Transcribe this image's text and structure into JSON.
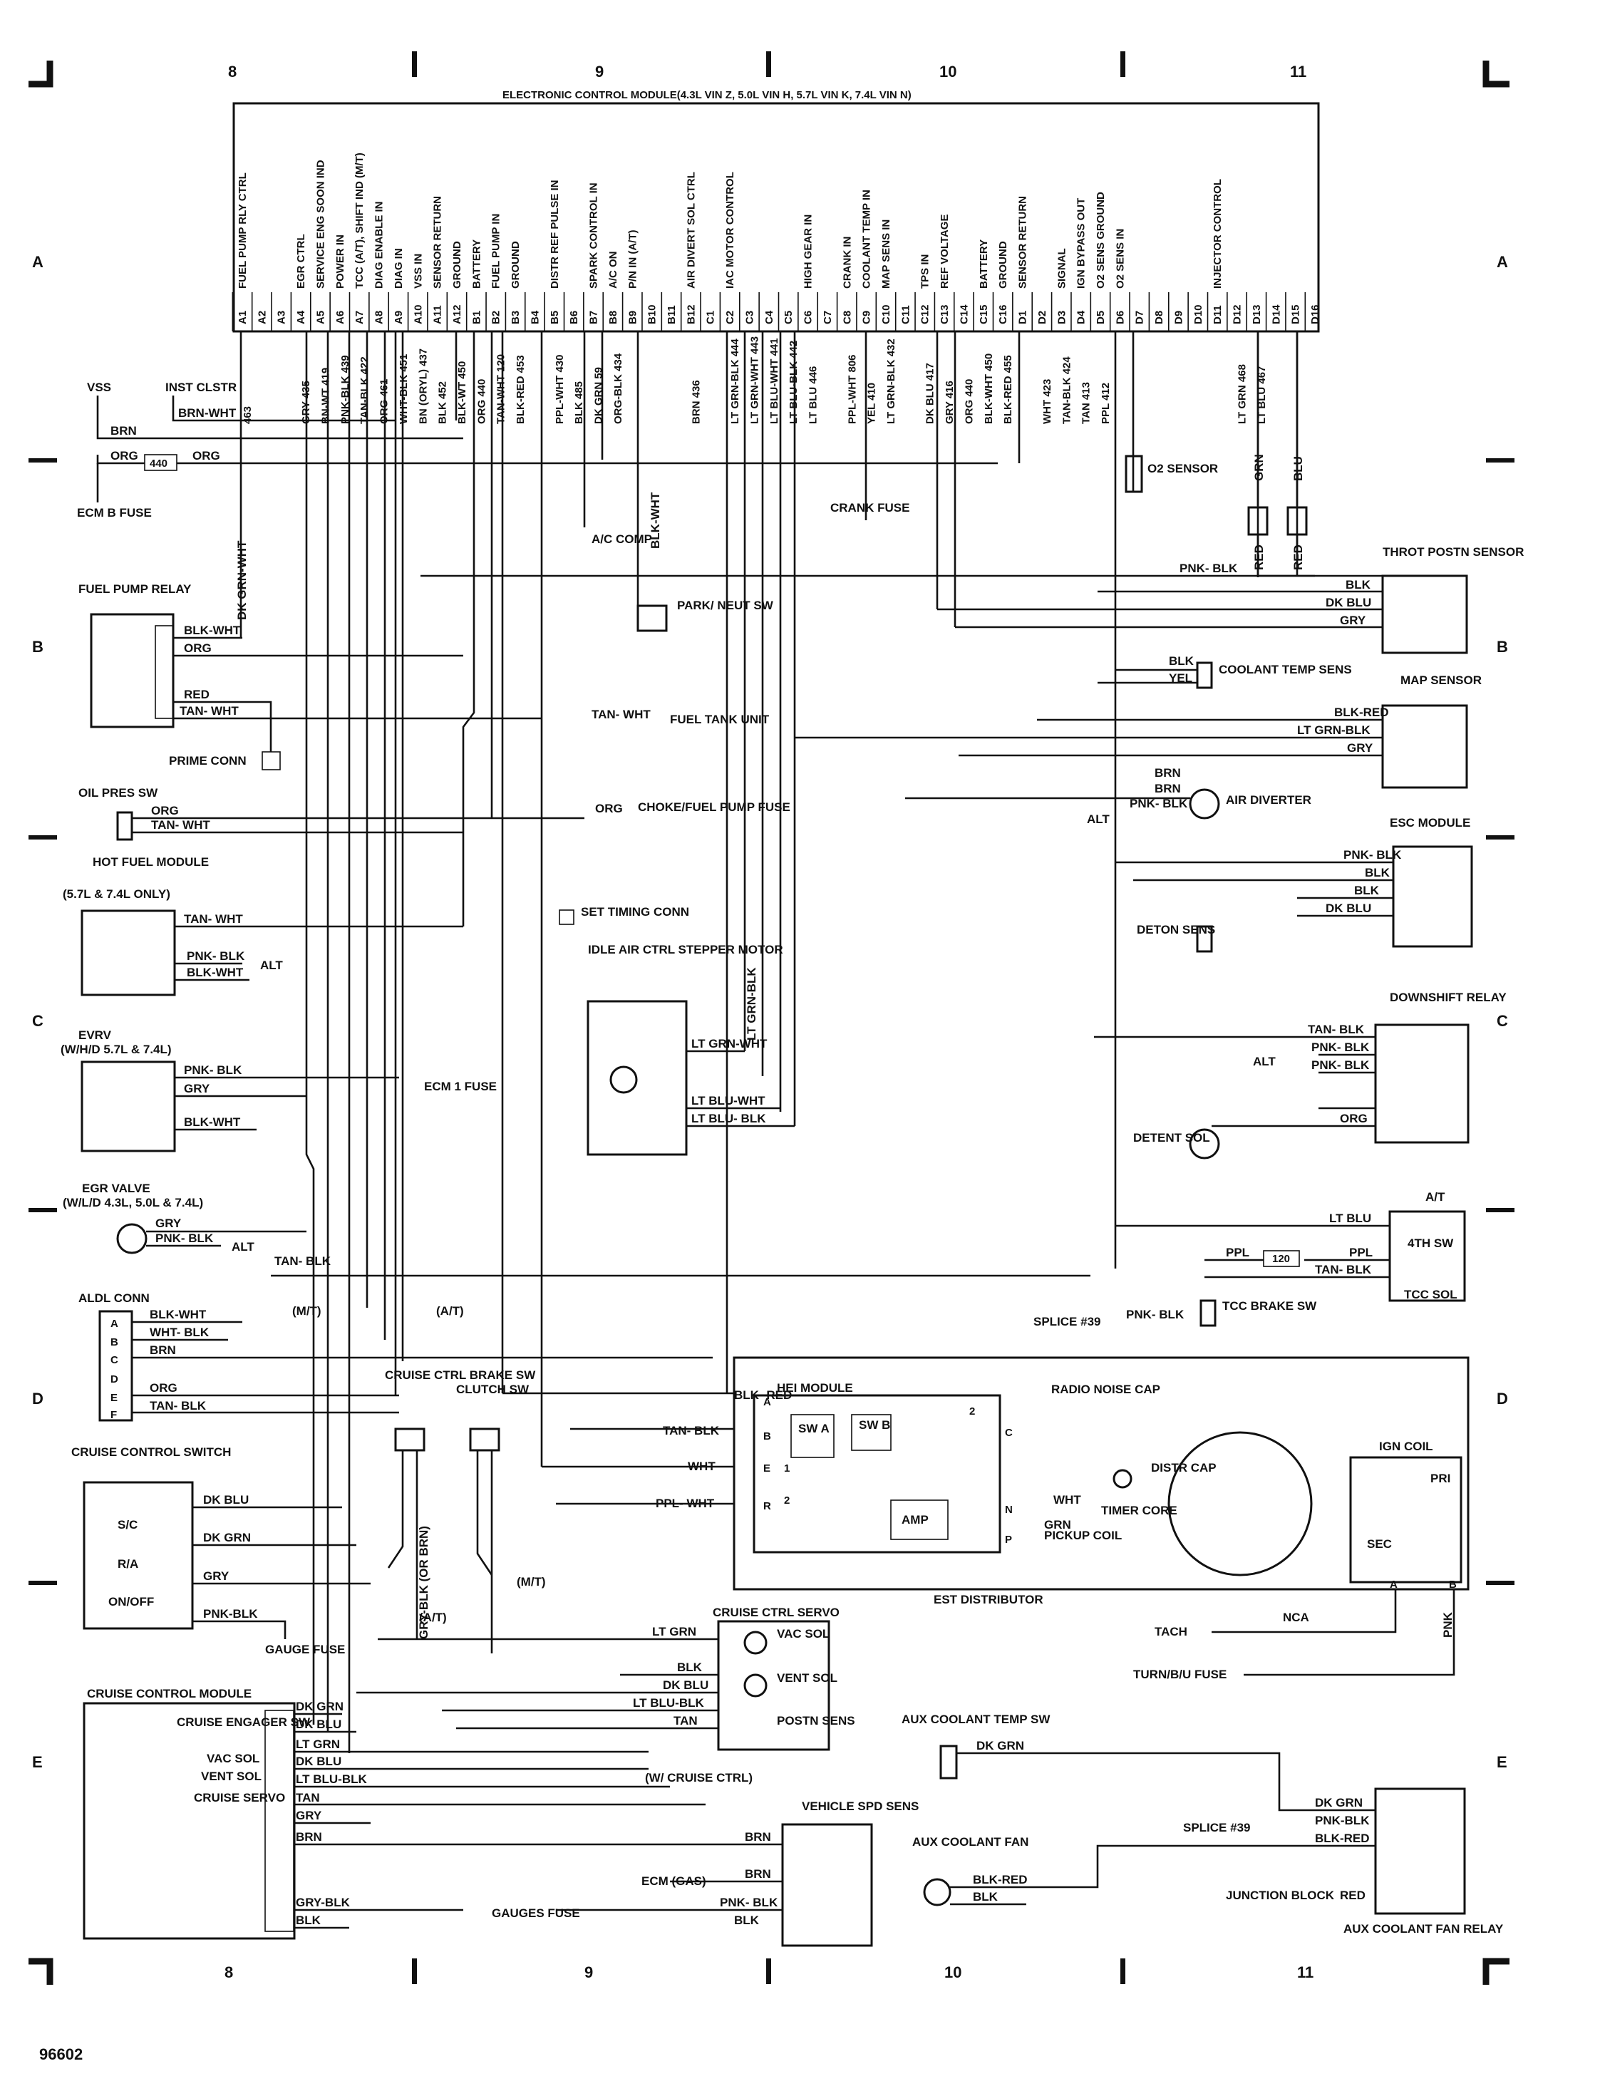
{
  "grid": {
    "columns_top": [
      "8",
      "9",
      "10",
      "11"
    ],
    "columns_bottom": [
      "8",
      "9",
      "10",
      "11"
    ],
    "rows_left": [
      "A",
      "B",
      "C",
      "D",
      "E"
    ],
    "rows_right": [
      "A",
      "B",
      "C",
      "D",
      "E"
    ]
  },
  "figure_id": "96602",
  "ecm": {
    "title": "ELECTRONIC CONTROL MODULE(4.3L VIN Z, 5.0L VIN H, 5.7L VIN K, 7.4L VIN N)",
    "functions": [
      "FUEL PUMP RLY CTRL",
      "",
      "",
      "EGR CTRL",
      "SERVICE ENG SOON IND",
      "POWER IN",
      "TCC (A/T), SHIFT IND (M/T)",
      "DIAG ENABLE IN",
      "DIAG IN",
      "VSS IN",
      "SENSOR RETURN",
      "GROUND",
      "BATTERY",
      "FUEL PUMP IN",
      "GROUND",
      "",
      "DISTR REF PULSE IN",
      "",
      "SPARK CONTROL IN",
      "A/C ON",
      "P/N IN (A/T)",
      "",
      "",
      "AIR DIVERT SOL CTRL",
      "",
      "IAC MOTOR CONTROL",
      "",
      "",
      "",
      "HIGH GEAR IN",
      "",
      "CRANK IN",
      "COOLANT TEMP IN",
      "MAP SENS IN",
      "",
      "TPS IN",
      "REF VOLTAGE",
      "",
      "BATTERY",
      "GROUND",
      "SENSOR RETURN",
      "",
      "SIGNAL",
      "IGN BYPASS OUT",
      "O2 SENS GROUND",
      "O2 SENS IN",
      "",
      "",
      "",
      "",
      "INJECTOR CONTROL",
      "",
      ""
    ],
    "pins": [
      "A1",
      "A2",
      "A3",
      "A4",
      "A5",
      "A6",
      "A7",
      "A8",
      "A9",
      "A10",
      "A11",
      "A12",
      "B1",
      "B2",
      "B3",
      "B4",
      "B5",
      "B6",
      "B7",
      "B8",
      "B9",
      "B10",
      "B11",
      "B12",
      "C1",
      "C2",
      "C3",
      "C4",
      "C5",
      "C6",
      "C7",
      "C8",
      "C9",
      "C10",
      "C11",
      "C12",
      "C13",
      "C14",
      "C15",
      "C16",
      "D1",
      "D2",
      "D3",
      "D4",
      "D5",
      "D6",
      "D7",
      "D8",
      "D9",
      "D10",
      "D11",
      "D12",
      "D13",
      "D14",
      "D15",
      "D16"
    ],
    "wires": [
      "463",
      "",
      "",
      "GRY 435",
      "BN-WT 419",
      "PNK-BLK 439",
      "TAN-BLK 422",
      "ORG 461",
      "WHT-BLK 451",
      "BN (ORYL) 437",
      "BLK 452",
      "BLK-WT 450",
      "ORG 440",
      "TAN-WHT 120",
      "BLK-RED 453",
      "",
      "PPL-WHT 430",
      "BLK 485",
      "DK GRN 59",
      "ORG-BLK 434",
      "",
      "",
      "",
      "BRN 436",
      "",
      "LT GRN-BLK 444",
      "LT GRN-WHT 443",
      "LT BLU-WHT 441",
      "LT BLU-BLK 442",
      "LT BLU 446",
      "",
      "PPL-WHT 806",
      "YEL 410",
      "LT GRN-BLK 432",
      "",
      "DK BLU 417",
      "GRY 416",
      "ORG 440",
      "BLK-WHT 450",
      "BLK-RED 455",
      "",
      "WHT 423",
      "TAN-BLK 424",
      "TAN 413",
      "PPL 412",
      "",
      "",
      "",
      "",
      "",
      "",
      "LT GRN 468",
      "LT BLU 467",
      ""
    ],
    "iac_group": "IAC MOTOR CONTROL",
    "inj_group": "INJECTOR CONTROL"
  },
  "labels": {
    "vss": "VSS",
    "inst_clstr": "INST CLSTR",
    "brn_wht": "BRN-WHT",
    "brn": "BRN",
    "org": "ORG",
    "fuse440": "440",
    "ecm_b_fuse": "ECM B FUSE",
    "dk_grn_wht": "DK GRN-WHT",
    "fuel_pump_relay": "FUEL PUMP RELAY",
    "blk_wht": "BLK-WHT",
    "red": "RED",
    "tan_wht": "TAN- WHT",
    "prime_conn": "PRIME CONN",
    "oil_pres_sw": "OIL PRES SW",
    "hot_fuel_module": "HOT FUEL MODULE",
    "hot_fuel_note": "(5.7L & 7.4L ONLY)",
    "pnk_blk": "PNK- BLK",
    "alt": "ALT",
    "evrv": "EVRV",
    "evrv_note": "(W/H/D 5.7L & 7.4L)",
    "gry": "GRY",
    "egr_valve": "EGR VALVE",
    "egr_note": "(W/L/D 4.3L, 5.0L & 7.4L)",
    "aldl_conn": "ALDL CONN",
    "wht_blk": "WHT- BLK",
    "tan_blk": "TAN- BLK",
    "mt": "(M/T)",
    "at": "(A/T)",
    "cruise_control_switch": "CRUISE CONTROL SWITCH",
    "sc": "S/C",
    "ra": "R/A",
    "onoff": "ON/OFF",
    "dk_blu": "DK BLU",
    "dk_grn": "DK GRN",
    "pnk_blk2": "PNK-BLK",
    "gauge_fuse": "GAUGE FUSE",
    "cruise_control_module": "CRUISE CONTROL MODULE",
    "cruise_engager_sw": "CRUISE ENGAGER SW",
    "vac_sol": "VAC SOL",
    "vent_sol": "VENT SOL",
    "cruise_servo": "CRUISE SERVO",
    "lt_grn": "LT GRN",
    "lt_blu_blk": "LT BLU-BLK",
    "tan": "TAN",
    "gry_blk": "GRY-BLK",
    "blk": "BLK",
    "cruise_ctrl_brake_sw": "CRUISE CTRL BRAKE SW",
    "clutch_sw": "CLUTCH SW",
    "gry_blk_or_brn": "GRY-BLK (OR BRN)",
    "ecm1_fuse": "ECM 1 FUSE",
    "fuel_tank_unit": "FUEL TANK UNIT",
    "choke_fuel_pump_fuse": "CHOKE/FUEL PUMP FUSE",
    "set_timing_conn": "SET TIMING CONN",
    "ac_comp": "A/C COMP",
    "blk_wht2": "BLK-WHT",
    "park_neut_sw": "PARK/ NEUT SW",
    "idle_air_ctrl": "IDLE AIR CTRL STEPPER MOTOR",
    "lt_grn_blk": "LT GRN-BLK",
    "lt_grn_wht": "LT GRN-WHT",
    "lt_blu_wht": "LT BLU-WHT",
    "lt_blu_blk2": "LT BLU- BLK",
    "crank_fuse": "CRANK FUSE",
    "o2_sensor": "O2 SENSOR",
    "grn": "GRN",
    "blu": "BLU",
    "throt_postn_sensor": "THROT POSTN SENSOR",
    "dk_blu2": "DK BLU",
    "coolant_temp_sens": "COOLANT TEMP SENS",
    "yel": "YEL",
    "map_sensor": "MAP SENSOR",
    "blk_red": "BLK-RED",
    "lt_grn_blk2": "LT GRN-BLK",
    "air_diverter": "AIR DIVERTER",
    "esc_module": "ESC MODULE",
    "deton_sens": "DETON SENS",
    "downshift_relay": "DOWNSHIFT RELAY",
    "detent_sol": "DETENT SOL",
    "at_label": "A/T",
    "lt_blu": "LT BLU",
    "ppl": "PPL",
    "fuse120": "120",
    "fourth_sw": "4TH SW",
    "tcc_sol": "TCC SOL",
    "tcc_brake_sw": "TCC BRAKE SW",
    "splice39": "SPLICE #39",
    "hei_module": "HEI MODULE",
    "radio_noise_cap": "RADIO NOISE CAP",
    "sw_a": "SW A",
    "sw_b": "SW B",
    "amp": "AMP",
    "pickup_coil": "PICKUP COIL",
    "timer_core": "TIMER CORE",
    "distr_cap": "DISTR CAP",
    "ign_coil": "IGN COIL",
    "pri": "PRI",
    "sec": "SEC",
    "est_distributor": "EST DISTRIBUTOR",
    "tach": "TACH",
    "nca": "NCA",
    "pnk": "PNK",
    "turn_bu_fuse": "TURN/B/U FUSE",
    "ppl_wht": "PPL- WHT",
    "wht": "WHT",
    "blk_red2": "BLK- RED",
    "cruise_ctrl_servo": "CRUISE CTRL SERVO",
    "postn_sens": "POSTN SENS",
    "vac_sol2": "VAC SOL",
    "vent_sol2": "VENT SOL",
    "w_cruise_ctrl": "(W/ CRUISE CTRL)",
    "vehicle_spd_sens": "VEHICLE SPD SENS",
    "ecm_gas": "ECM (GAS)",
    "gauges_fuse": "GAUGES FUSE",
    "aux_coolant_temp_sw": "AUX COOLANT TEMP SW",
    "aux_coolant_fan": "AUX COOLANT FAN",
    "junction_block": "JUNCTION BLOCK",
    "aux_coolant_fan_relay": "AUX COOLANT FAN RELAY",
    "pin_a": "A",
    "pin_b": "B",
    "pin_c": "C",
    "pin_d": "D",
    "pin_e": "E",
    "pin_f": "F",
    "pin_n": "N",
    "pin_p": "P",
    "pin_r": "R",
    "num1": "1",
    "num2": "2"
  }
}
